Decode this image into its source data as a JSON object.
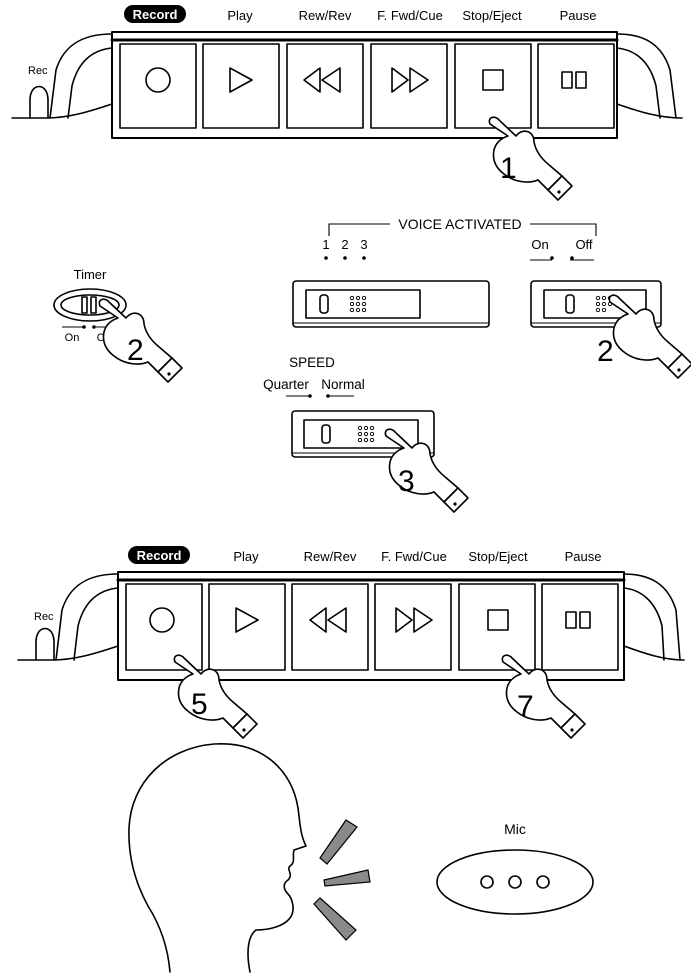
{
  "deck_top": {
    "record_badge": "Record",
    "labels": [
      "Play",
      "Rew/Rev",
      "F. Fwd/Cue",
      "Stop/Eject",
      "Pause"
    ],
    "rec_label": "Rec",
    "step": "1"
  },
  "voice_activated": {
    "title": "VOICE ACTIVATED",
    "levels": [
      "1",
      "2",
      "3"
    ],
    "on": "On",
    "off": "Off",
    "step": "2"
  },
  "timer": {
    "title": "Timer",
    "on": "On",
    "off": "Off",
    "step": "2"
  },
  "speed": {
    "title": "SPEED",
    "quarter": "Quarter",
    "normal": "Normal",
    "step": "3"
  },
  "deck_bottom": {
    "record_badge": "Record",
    "labels": [
      "Play",
      "Rew/Rev",
      "F. Fwd/Cue",
      "Stop/Eject",
      "Pause"
    ],
    "rec_label": "Rec",
    "step_record": "5",
    "step_stop": "7"
  },
  "mic": {
    "label": "Mic"
  }
}
